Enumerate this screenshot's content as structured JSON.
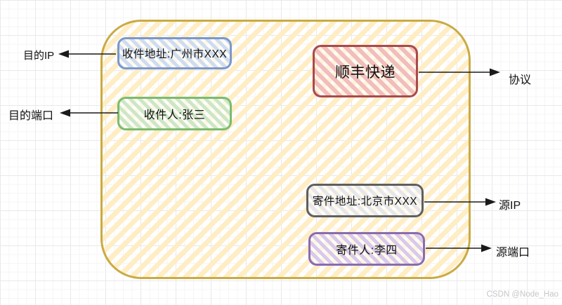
{
  "container": {
    "border_color": "#c9ab45",
    "stripe_color": "#ffedc4"
  },
  "boxes": {
    "dest_address": {
      "label": "收件地址:广州市XXX",
      "border_color": "#7b98cb",
      "stripe_color": "#cfdcf0"
    },
    "dest_person": {
      "label": "收件人:张三",
      "border_color": "#7cbb6e",
      "stripe_color": "#cde7c6"
    },
    "courier": {
      "label": "顺丰快递",
      "border_color": "#a94a4a",
      "stripe_color": "#f2bdbd"
    },
    "source_address": {
      "label": "寄件地址:北京市XXX",
      "border_color": "#5f5f5f",
      "stripe_color": "#e7e7e9"
    },
    "source_person": {
      "label": "寄件人:李四",
      "border_color": "#8b6bae",
      "stripe_color": "#d9c9ec"
    }
  },
  "annotations": {
    "dest_ip": "目的IP",
    "dest_port": "目的端口",
    "protocol": "协议",
    "source_ip": "源IP",
    "source_port": "源端口"
  },
  "arrow_color": "#1a1a1a",
  "watermark": "CSDN @Node_Hao"
}
